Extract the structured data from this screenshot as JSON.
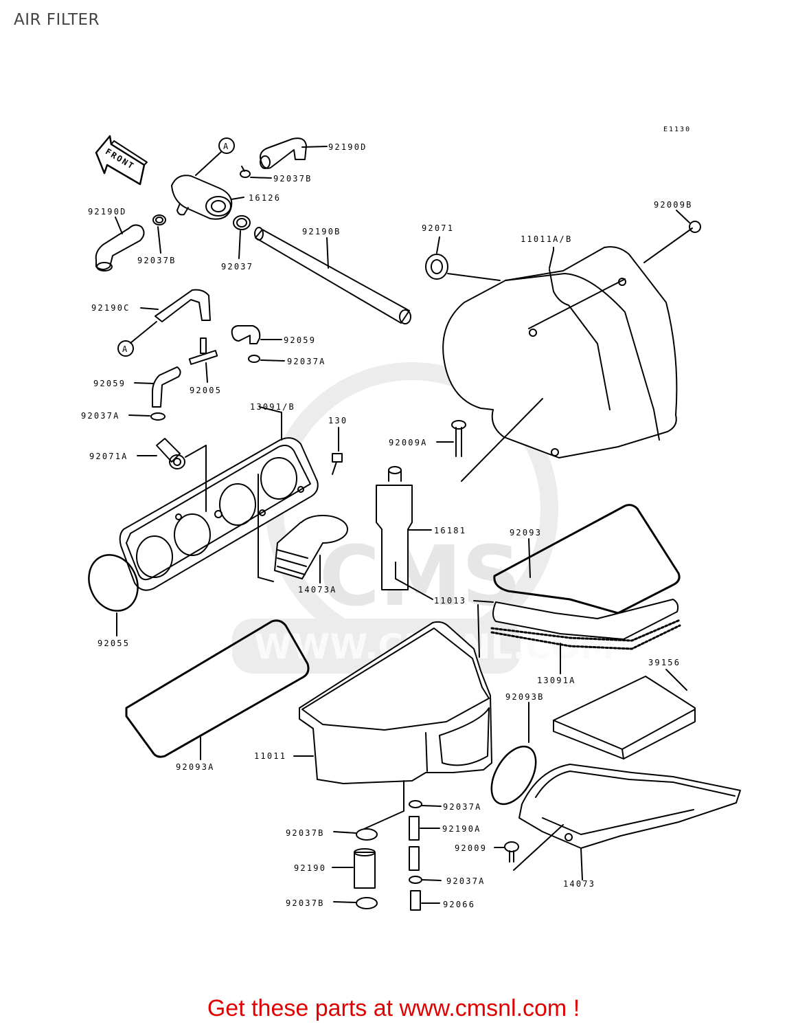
{
  "title": "AIR FILTER",
  "diagram_code": "E1130",
  "front_label": "FRONT",
  "ref_marker": "A",
  "watermark": {
    "brand": "CMS",
    "url": "WWW.CMSNL.COM"
  },
  "parts": {
    "p92190D_top": "92190D",
    "p92037B_top": "92037B",
    "p16126": "16126",
    "p92190D_left": "92190D",
    "p92037B_left": "92037B",
    "p92037": "92037",
    "p92190B": "92190B",
    "p92071": "92071",
    "p11011AB": "11011A/B",
    "p92009B": "92009B",
    "p92190C": "92190C",
    "p92059_right": "92059",
    "p92037A_mid": "92037A",
    "p92059_left": "92059",
    "p92005": "92005",
    "p92037A_left": "92037A",
    "p13091B": "13091/B",
    "p130": "130",
    "p92009A": "92009A",
    "p92071A": "92071A",
    "p16181": "16181",
    "p92093": "92093",
    "p14073A": "14073A",
    "p11013": "11013",
    "p92055": "92055",
    "p13091A": "13091A",
    "p39156": "39156",
    "p92093B": "92093B",
    "p92093A": "92093A",
    "p11011": "11011",
    "p92037A_bottom": "92037A",
    "p92190A": "92190A",
    "p92037B_bottom1": "92037B",
    "p92009": "92009",
    "p92190": "92190",
    "p92037A_bottom2": "92037A",
    "p14073": "14073",
    "p92037B_bottom2": "92037B",
    "p92066": "92066"
  },
  "footer": "Get these parts at www.cmsnl.com !"
}
